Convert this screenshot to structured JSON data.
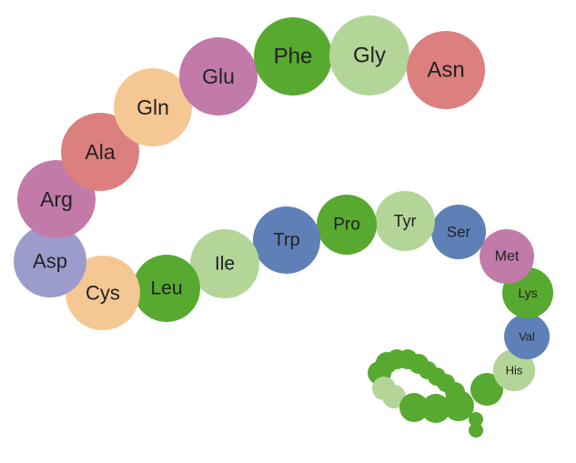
{
  "colors": {
    "pink": "#c27ba9",
    "peach": "#f5c792",
    "red": "#dc7f7f",
    "green": "#57aa2f",
    "light_green": "#b3d597",
    "blue": "#5f80b7",
    "lavender": "#9b9ccb"
  },
  "residues": [
    {
      "label": "Asn",
      "color": "red"
    },
    {
      "label": "Gly",
      "color": "light_green"
    },
    {
      "label": "Phe",
      "color": "green"
    },
    {
      "label": "Glu",
      "color": "pink"
    },
    {
      "label": "Gln",
      "color": "peach"
    },
    {
      "label": "Ala",
      "color": "red"
    },
    {
      "label": "Arg",
      "color": "pink"
    },
    {
      "label": "Asp",
      "color": "lavender"
    },
    {
      "label": "Cys",
      "color": "peach"
    },
    {
      "label": "Leu",
      "color": "green"
    },
    {
      "label": "Ile",
      "color": "light_green"
    },
    {
      "label": "Trp",
      "color": "blue"
    },
    {
      "label": "Pro",
      "color": "green"
    },
    {
      "label": "Tyr",
      "color": "light_green"
    },
    {
      "label": "Ser",
      "color": "blue"
    },
    {
      "label": "Met",
      "color": "pink"
    },
    {
      "label": "Lys",
      "color": "green"
    },
    {
      "label": "Val",
      "color": "blue"
    },
    {
      "label": "His",
      "color": "light_green"
    }
  ]
}
